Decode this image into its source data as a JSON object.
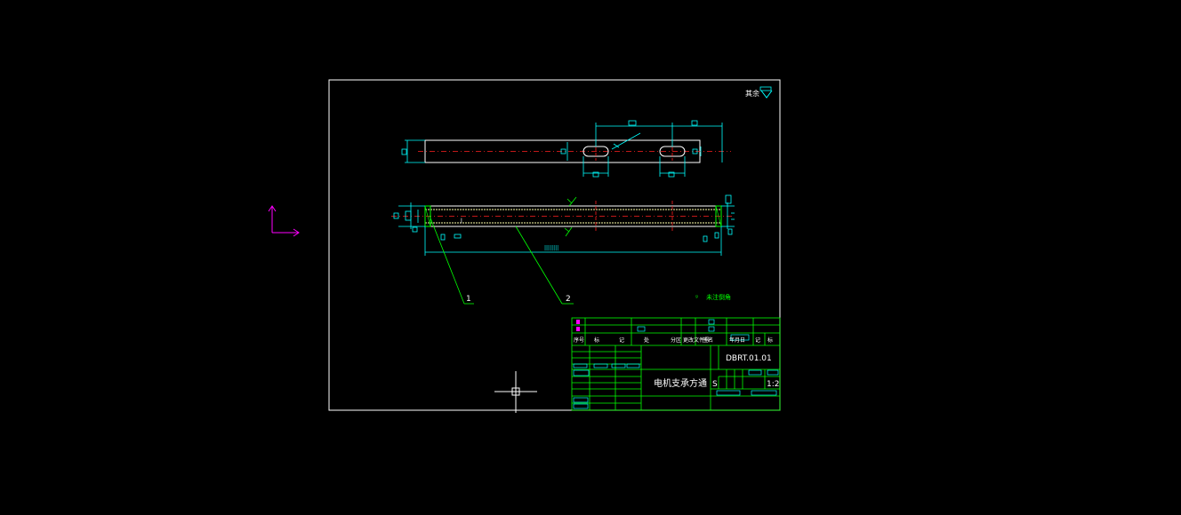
{
  "title_block": {
    "part_name": "电机支承方通",
    "drawing_no": "DBRT.01.01",
    "scale": "1:2",
    "stage_label": "S",
    "header_left": [
      "序号",
      "标",
      "记"
    ],
    "header_cols": [
      "处",
      "分区",
      "更改文件号",
      "签名",
      "年月日"
    ],
    "misc": [
      "记",
      "标"
    ]
  },
  "balloons": [
    "1",
    "2"
  ],
  "notes": {
    "roughness_label": "其余",
    "technical_note": "未注倒角"
  },
  "colors": {
    "background": "#000000",
    "frame": "#ffffff",
    "dimension": "#00ffff",
    "centerline": "#ff2020",
    "leader": "#00ff00",
    "ucs": "#ff00ff",
    "title_block": "#00ff00",
    "text": "#ffffff"
  }
}
